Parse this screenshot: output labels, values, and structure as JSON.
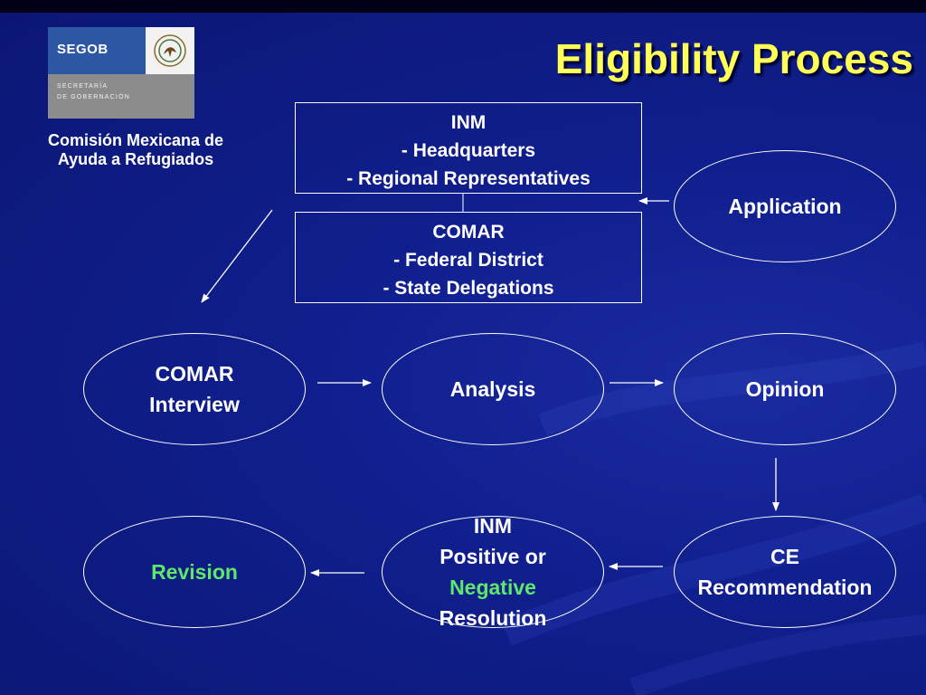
{
  "title": "Eligibility Process",
  "logo": {
    "name": "SEGOB",
    "subtitle_line1": "SECRETARÍA",
    "subtitle_line2": "DE GOBERNACIÓN"
  },
  "organization": {
    "line1": "Comisión Mexicana de",
    "line2": "Ayuda a Refugiados"
  },
  "inm_box": {
    "line1": "INM",
    "line2": "- Headquarters",
    "line3": "- Regional Representatives"
  },
  "comar_box": {
    "line1": "COMAR",
    "line2": "- Federal District",
    "line3": "- State Delegations"
  },
  "nodes": {
    "application": "Application",
    "comar_interview_line1": "COMAR",
    "comar_interview_line2": "Interview",
    "analysis": "Analysis",
    "opinion": "Opinion",
    "ce_line1": "CE",
    "ce_line2": "Recommendation",
    "resolution_line1": "INM",
    "resolution_line2": "Positive or",
    "resolution_line3": "Negative",
    "resolution_line4": "Resolution",
    "revision": "Revision"
  },
  "colors": {
    "background": "#101f8e",
    "title": "#ffff55",
    "highlight_green": "#5de86a",
    "logo_blue": "#2c57a5"
  }
}
